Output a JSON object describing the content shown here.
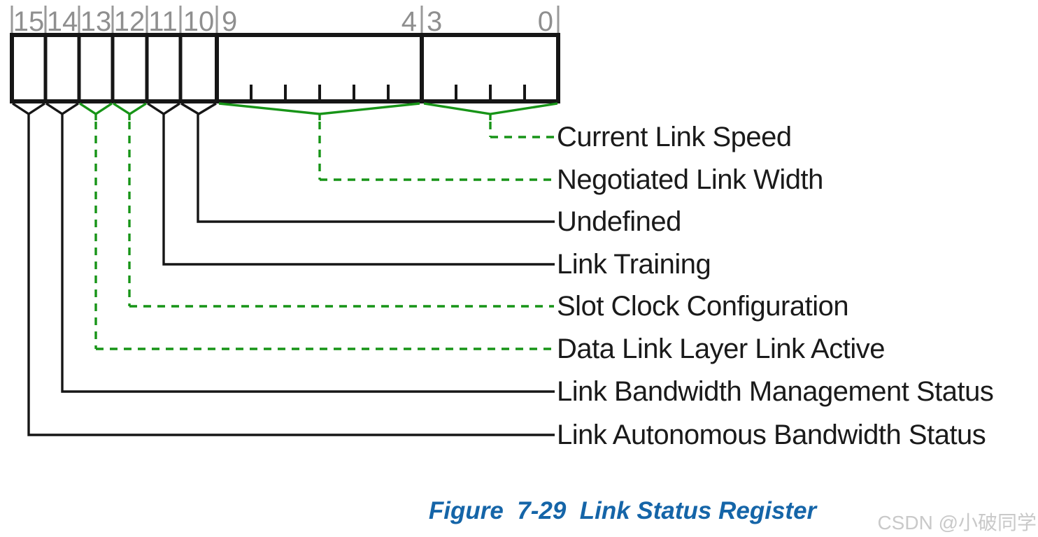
{
  "register": {
    "name": "Link Status Register",
    "bit_labels": [
      "15",
      "14",
      "13",
      "12",
      "11",
      "10",
      "9",
      "4",
      "3",
      "0"
    ],
    "fields": [
      {
        "bits": "3:0",
        "label": "Current Link Speed",
        "connector": "green-dashed"
      },
      {
        "bits": "9:4",
        "label": "Negotiated Link Width",
        "connector": "green-dashed"
      },
      {
        "bits": "10",
        "label": "Undefined",
        "connector": "black-solid"
      },
      {
        "bits": "11",
        "label": "Link Training",
        "connector": "black-solid"
      },
      {
        "bits": "12",
        "label": "Slot Clock Configuration",
        "connector": "green-dashed"
      },
      {
        "bits": "13",
        "label": "Data Link Layer Link Active",
        "connector": "green-dashed"
      },
      {
        "bits": "14",
        "label": "Link Bandwidth Management Status",
        "connector": "black-solid"
      },
      {
        "bits": "15",
        "label": "Link Autonomous Bandwidth Status",
        "connector": "black-solid"
      }
    ]
  },
  "caption": "Figure  7-29  Link Status Register",
  "watermark": "CSDN @小破同学",
  "colors": {
    "line_black": "#161616",
    "accent_green": "#179417",
    "gray_tick": "#9a9a9a",
    "bit_number_gray": "#8f8f8f",
    "label_text": "#1a1a1a",
    "caption_blue": "#1565a8",
    "watermark_gray": "#c9c9c9"
  }
}
